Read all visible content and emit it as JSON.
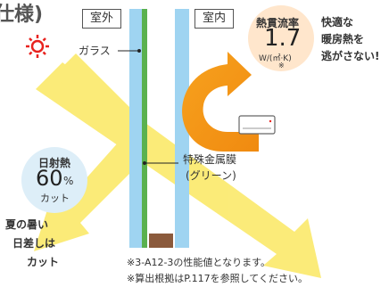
{
  "title_fragment": "仕様)",
  "outdoor_label": "室外",
  "indoor_label": "室内",
  "glass_label": "ガラス",
  "thermal": {
    "heading": "熱貫流率",
    "value": "1.7",
    "unit": "W/(㎡·K)",
    "note_mark": "※"
  },
  "warm_text": [
    "快適な",
    "暖房熱を",
    "逃がさない!"
  ],
  "solar": {
    "heading": "日射熱",
    "value": "60",
    "percent": "%",
    "cut": "カット"
  },
  "film_label": [
    "特殊金属膜",
    "(グリーン)"
  ],
  "summer_text": [
    "夏の暑い",
    "日差しは",
    "カット"
  ],
  "footnotes": [
    "※3-A12-3の性能値となります。",
    "※算出根拠はP.117を参照してください。"
  ],
  "colors": {
    "sun": "#e8231f",
    "ray": "#fbe96a",
    "glass": "#9fd4f1",
    "green_film": "#5ab14f",
    "arrow_orange": "#f29518",
    "spacer": "#8b5a3c",
    "circle_fill": "#ffe6cc"
  },
  "icons": [
    "sun-icon",
    "air-conditioner-icon"
  ]
}
